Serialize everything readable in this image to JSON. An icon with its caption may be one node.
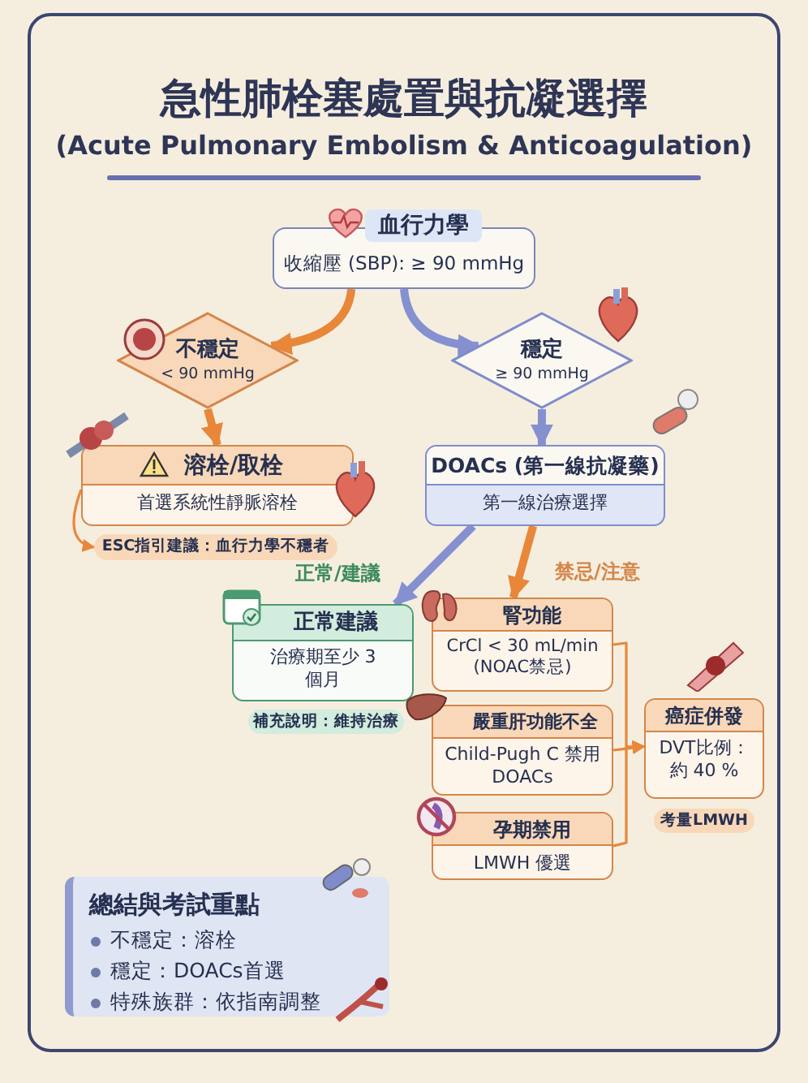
{
  "diagram": {
    "title": "急性肺栓塞處置與抗凝選擇",
    "nodes": [
      {
        "text": [
          "血行力學",
          "收縮壓 (SBP): ≥ 90 mmHg"
        ]
      },
      {
        "text": [
          "不穩定",
          "< 90 mmHg"
        ]
      },
      {
        "text": [
          "穩定",
          "≥ 90 mmHg"
        ]
      },
      {
        "text": [
          "溶栓/取栓",
          "首選系統性靜脈溶栓"
        ]
      },
      {
        "text": [
          "DOACs (第一線抗凝藥)",
          "第一線治療選擇"
        ]
      },
      {
        "text": [
          "ESC指引建議：血行力學不穩者"
        ]
      },
      {
        "text": [
          "正常建議",
          "治療期至少 3 個月"
        ]
      },
      {
        "text": [
          "腎功能",
          "CrCl < 30 mL/min (NOAC禁忌)"
        ]
      },
      {
        "text": [
          "補充說明：維持治療"
        ]
      },
      {
        "text": [
          "嚴重肝功能不全",
          "Child-Pugh C 禁用DOACs"
        ]
      },
      {
        "text": [
          "癌症併發",
          "DVT比例：約 40 %"
        ]
      },
      {
        "text": [
          "考量LMWH"
        ]
      },
      {
        "text": [
          "孕期禁用",
          "LMWH 優選"
        ]
      },
      {
        "text": [
          "總結與考試重點",
          "不穩定：溶栓",
          "穩定：DOACs首選",
          "特殊族群：依指南調整"
        ]
      }
    ],
    "edges": [
      {
        "from": 0,
        "to": 1,
        "arrow": "to"
      },
      {
        "from": 0,
        "to": 2,
        "arrow": "to",
        "color": "#8590d0"
      },
      {
        "from": 1,
        "to": 3,
        "arrow": "to"
      },
      {
        "from": 2,
        "to": 4,
        "arrow": "to",
        "color": "#8590d0"
      },
      {
        "from": 4,
        "to": 6,
        "arrow": "to",
        "color": "#8590d0",
        "label": "正常/建議"
      },
      {
        "from": 4,
        "to": 7,
        "arrow": "to",
        "label": "禁忌/注意"
      },
      {
        "from": 3,
        "to": 5,
        "arrow": "to"
      },
      {
        "from": 7,
        "to": 10,
        "arrow": "to"
      },
      {
        "from": 9,
        "to": 10,
        "arrow": "to"
      },
      {
        "from": 12,
        "to": 10,
        "arrow": "to"
      }
    ],
    "labels": [
      "(Acute Pulmonary Embolism & Anticoagulation)"
    ]
  }
}
